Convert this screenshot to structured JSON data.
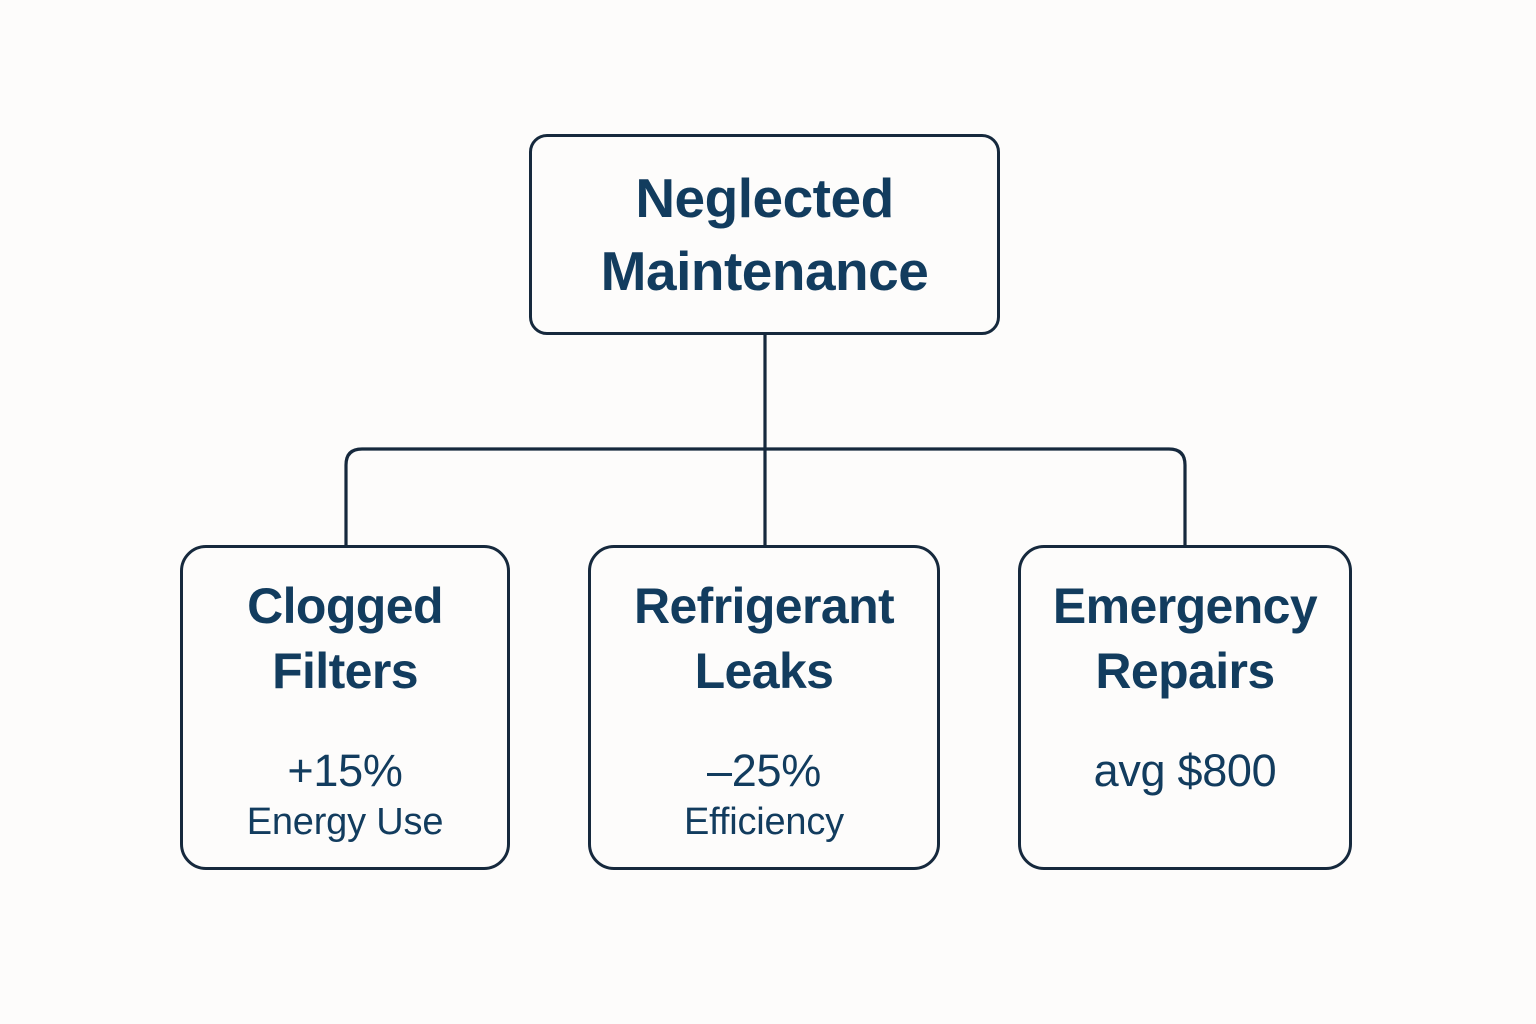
{
  "diagram": {
    "type": "hierarchy-tree",
    "colors": {
      "background": "#fdfcfb",
      "stroke": "#16293d",
      "text": "#123c5e"
    },
    "root": {
      "label": "Neglected\nMaintenance",
      "line_1": "Neglected",
      "line_2": "Maintenance"
    },
    "children": [
      {
        "title_line_1": "Clogged",
        "title_line_2": "Filters",
        "stat_primary": "+15%",
        "stat_secondary": "Energy Use"
      },
      {
        "title_line_1": "Refrigerant",
        "title_line_2": "Leaks",
        "stat_primary": "–25%",
        "stat_secondary": "Efficiency"
      },
      {
        "title_line_1": "Emergency",
        "title_line_2": "Repairs",
        "stat_primary": "avg $800",
        "stat_secondary": ""
      }
    ]
  }
}
